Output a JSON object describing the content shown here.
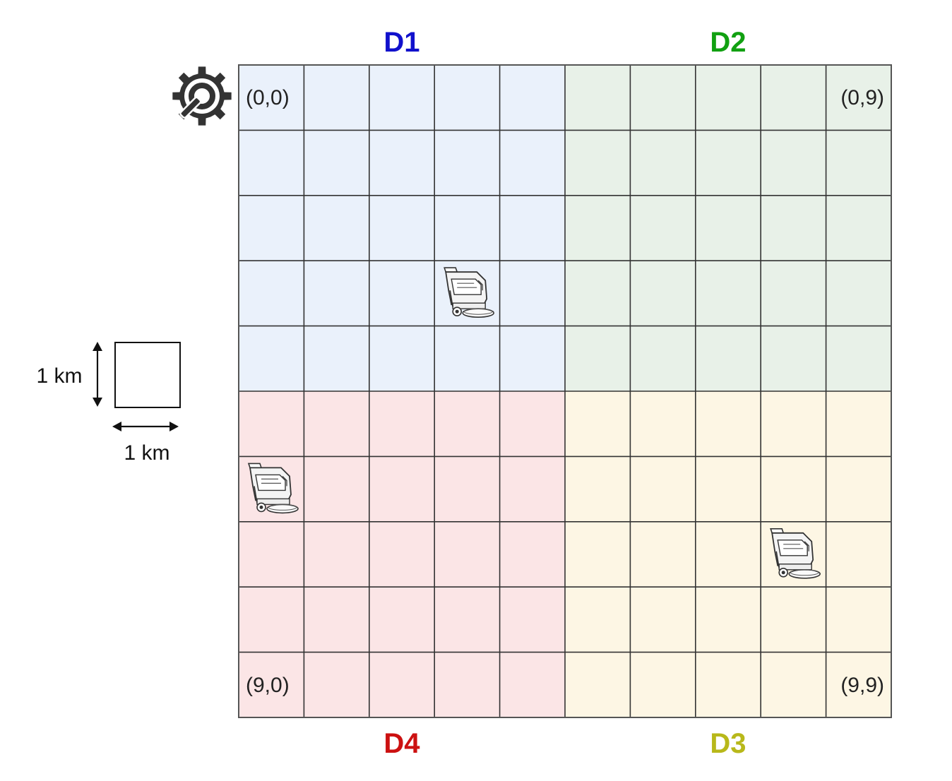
{
  "grid": {
    "rows": 10,
    "cols": 10,
    "line_color": "#333333"
  },
  "districts": [
    {
      "id": "D1",
      "label": "D1",
      "label_color": "#1111cc",
      "fill": "#eaf1fb",
      "rows": [
        0,
        4
      ],
      "cols": [
        0,
        4
      ],
      "label_side": "top"
    },
    {
      "id": "D2",
      "label": "D2",
      "label_color": "#11a011",
      "fill": "#e8f1e8",
      "rows": [
        0,
        4
      ],
      "cols": [
        5,
        9
      ],
      "label_side": "top"
    },
    {
      "id": "D3",
      "label": "D3",
      "label_color": "#b8b81a",
      "fill": "#fdf6e4",
      "rows": [
        5,
        9
      ],
      "cols": [
        5,
        9
      ],
      "label_side": "bottom"
    },
    {
      "id": "D4",
      "label": "D4",
      "label_color": "#cc1111",
      "fill": "#fbe5e6",
      "rows": [
        5,
        9
      ],
      "cols": [
        0,
        4
      ],
      "label_side": "bottom"
    }
  ],
  "corner_labels": [
    {
      "text": "(0,0)",
      "row": 0,
      "col": 0
    },
    {
      "text": "(0,9)",
      "row": 0,
      "col": 9
    },
    {
      "text": "(9,0)",
      "row": 9,
      "col": 0
    },
    {
      "text": "(9,9)",
      "row": 9,
      "col": 9
    }
  ],
  "scrubbers": [
    {
      "row": 3,
      "col": 3,
      "icon": "floor-scrubber-icon"
    },
    {
      "row": 6,
      "col": 0,
      "icon": "floor-scrubber-icon"
    },
    {
      "row": 7,
      "col": 8,
      "icon": "floor-scrubber-icon"
    }
  ],
  "depot": {
    "icon": "gear-wrench-icon",
    "color": "#333333"
  },
  "scale": {
    "vertical_label": "1 km",
    "horizontal_label": "1 km"
  }
}
